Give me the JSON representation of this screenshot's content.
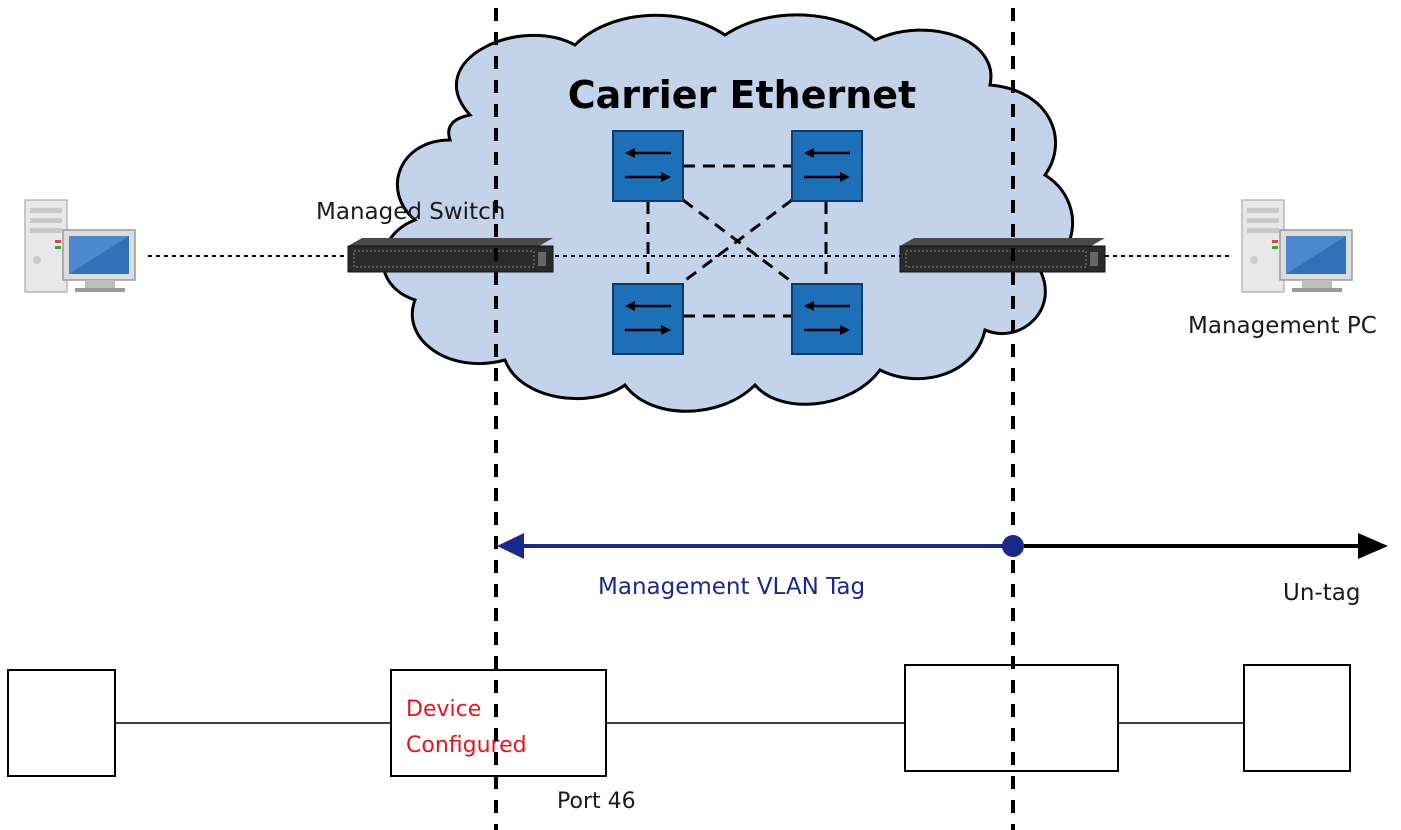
{
  "cloud": {
    "title": "Carrier Ethernet",
    "fill": "#c2d3ea",
    "stroke": "#000000"
  },
  "labels": {
    "managed_switch": "Managed Switch",
    "management_pc": "Management PC",
    "vlan_tag": "Management VLAN Tag",
    "untag": "Un-tag",
    "device_configured_line1": "Device",
    "device_configured_line2": "Configured",
    "port": "Port 46"
  },
  "colors": {
    "vlan_arrow": "#1a2a8c",
    "untag_arrow": "#000000",
    "device_text": "#e8141c",
    "inner_switch": "#1d6fb8"
  },
  "icons": {
    "left_pc": "desktop-computer-icon",
    "right_pc": "desktop-computer-icon",
    "left_switch": "rackmount-switch-icon",
    "right_switch": "rackmount-switch-icon",
    "inner_switches": "network-switch-icon"
  }
}
